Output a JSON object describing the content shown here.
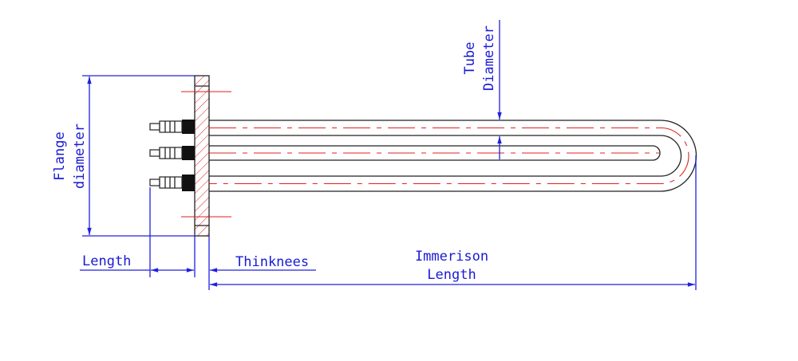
{
  "labels": {
    "flange_line1": "Flange",
    "flange_line2": "diameter",
    "tube_line1": "Tube",
    "tube_line2": "Diameter",
    "length": "Length",
    "thickness": "Thinknees",
    "immersion_line1": "Immerison",
    "immersion_line2": "Length"
  },
  "colors": {
    "dimension": "#2020e0",
    "outline": "#222222",
    "centerline": "#e02020",
    "hatch": "#e02020"
  }
}
